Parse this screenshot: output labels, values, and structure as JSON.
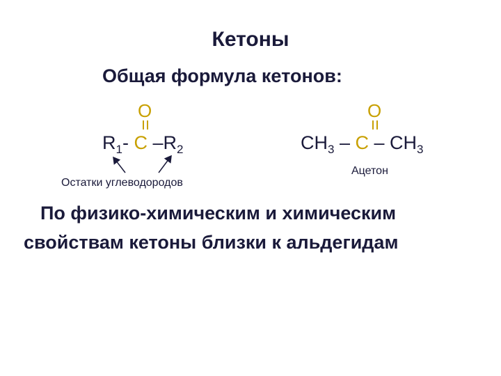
{
  "slide": {
    "title": "Кетоны",
    "subtitle": "Общая формула кетонов:",
    "general_formula": {
      "oxygen": "O",
      "r1": "R",
      "r1_sub": "1",
      "dash1": "-",
      "carbon": "C",
      "dash2": "–",
      "r2": "R",
      "r2_sub": "2",
      "caption": "Остатки углеводородов"
    },
    "acetone_formula": {
      "oxygen": "O",
      "left_group": "CH",
      "left_sub": "3",
      "dash1": " – ",
      "carbon": "C",
      "dash2": " – ",
      "right_group": "CH",
      "right_sub": "3",
      "caption": "Ацетон"
    },
    "statement_line1": "По физико-химическим и химическим",
    "statement_line2": "свойствам кетоны близки к альдегидам"
  }
}
